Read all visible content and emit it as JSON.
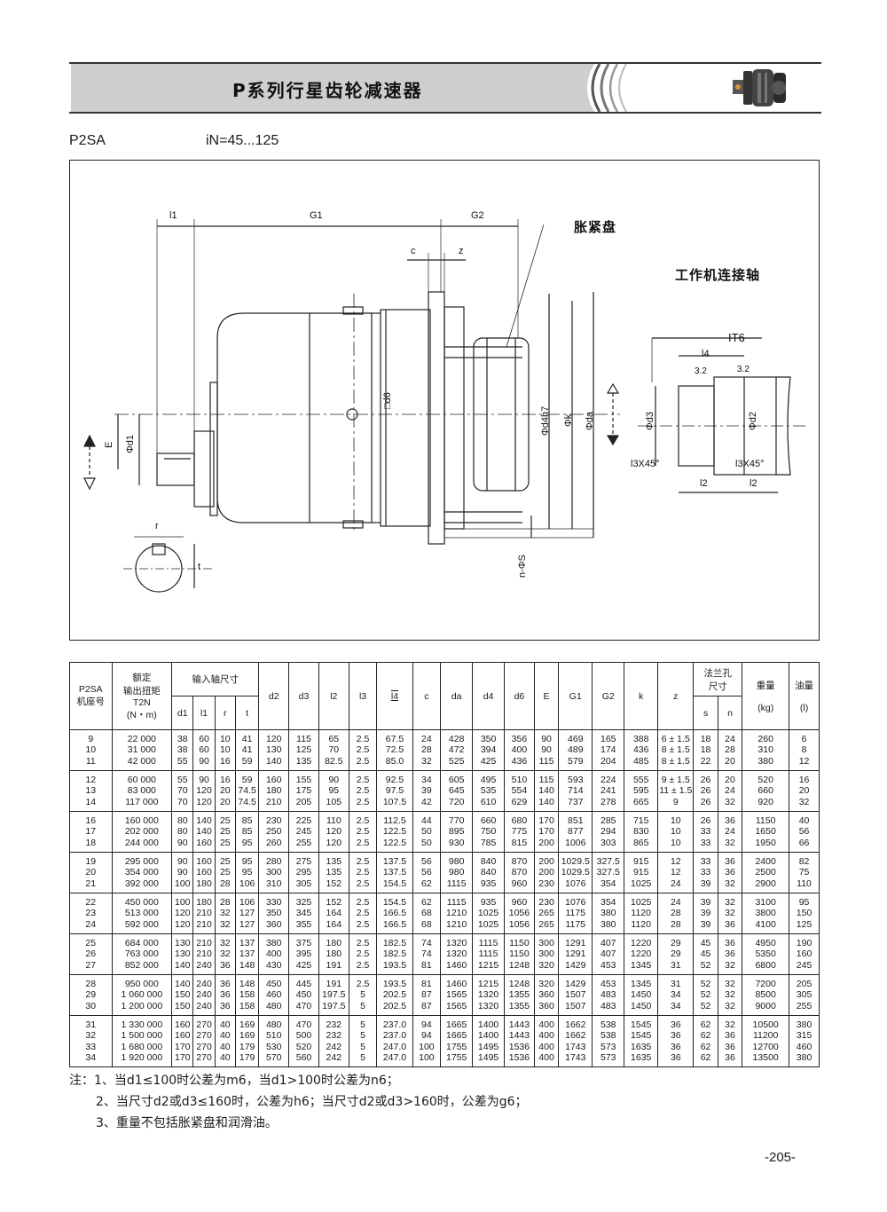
{
  "header": {
    "title": "P系列行星齿轮减速器"
  },
  "model": "P2SA",
  "ratio": "iN=45...125",
  "drawing": {
    "label_l1": "l1",
    "label_g1": "G1",
    "label_g2": "G2",
    "label_c": "c",
    "label_z": "z",
    "label_shrink_disc": "胀紧盘",
    "label_machine_shaft": "工作机连接轴",
    "label_it6": "IT6",
    "label_l4": "l4",
    "label_32a": "3.2",
    "label_32b": "3.2",
    "label_d6": "□d6",
    "label_d4": "Φd4h7",
    "label_k": "Φk",
    "label_da": "Φda",
    "label_d3": "Φd3",
    "label_d2": "Φd2",
    "label_l3a": "l3X45°",
    "label_l3b": "l3X45°",
    "label_l2a": "l2",
    "label_l2b": "l2",
    "label_e": "E",
    "label_d1": "Φd1",
    "label_ns": "n-ΦS",
    "label_r": "r",
    "label_t": "t"
  },
  "table": {
    "h_model": "P2SA\n机座号",
    "h_torque": "额定\n输出扭矩\nT2N\n(N・m)",
    "h_input": "输入轴尺寸",
    "h_d1": "d1",
    "h_l1": "l1",
    "h_r": "r",
    "h_t": "t",
    "h_d2": "d2",
    "h_d3": "d3",
    "h_l2": "l2",
    "h_l3": "l3",
    "h_l4": "l4",
    "h_c": "c",
    "h_da": "da",
    "h_d4": "d4",
    "h_d6": "d6",
    "h_e": "E",
    "h_g1": "G1",
    "h_g2": "G2",
    "h_k": "k",
    "h_z": "z",
    "h_flange": "法兰孔\n尺寸",
    "h_s": "s",
    "h_n": "n",
    "h_weight": "重量\n\n(kg)",
    "h_oil": "油量\n\n(l)",
    "rows": [
      [
        "9\n10\n11",
        "22 000\n31 000\n42 000",
        "38\n38\n55",
        "60\n60\n90",
        "10\n10\n16",
        "41\n41\n59",
        "120\n130\n140",
        "115\n125\n135",
        "65\n70\n82.5",
        "2.5\n2.5\n2.5",
        "67.5\n72.5\n85.0",
        "24\n28\n32",
        "428\n472\n525",
        "350\n394\n425",
        "356\n400\n436",
        "90\n90\n115",
        "469\n489\n579",
        "165\n174\n204",
        "388\n436\n485",
        "6 ± 1.5\n8 ± 1.5\n8 ± 1.5",
        "18\n18\n22",
        "24\n28\n20",
        "260\n310\n380",
        "6\n8\n12"
      ],
      [
        "12\n13\n14",
        "60 000\n83 000\n117 000",
        "55\n70\n70",
        "90\n120\n120",
        "16\n20\n20",
        "59\n74.5\n74.5",
        "160\n180\n210",
        "155\n175\n205",
        "90\n95\n105",
        "2.5\n2.5\n2.5",
        "92.5\n97.5\n107.5",
        "34\n39\n42",
        "605\n645\n720",
        "495\n535\n610",
        "510\n554\n629",
        "115\n140\n140",
        "593\n714\n737",
        "224\n241\n278",
        "555\n595\n665",
        "9 ± 1.5\n11 ± 1.5\n9",
        "26\n26\n26",
        "20\n24\n32",
        "520\n660\n920",
        "16\n20\n32"
      ],
      [
        "16\n17\n18",
        "160 000\n202 000\n244 000",
        "80\n80\n90",
        "140\n140\n160",
        "25\n25\n25",
        "85\n85\n95",
        "230\n250\n260",
        "225\n245\n255",
        "110\n120\n120",
        "2.5\n2.5\n2.5",
        "112.5\n122.5\n122.5",
        "44\n50\n50",
        "770\n895\n930",
        "660\n750\n785",
        "680\n775\n815",
        "170\n170\n200",
        "851\n877\n1006",
        "285\n294\n303",
        "715\n830\n865",
        "10\n10\n10",
        "26\n33\n33",
        "36\n24\n32",
        "1150\n1650\n1950",
        "40\n56\n66"
      ],
      [
        "19\n20\n21",
        "295 000\n354 000\n392 000",
        "90\n90\n100",
        "160\n160\n180",
        "25\n25\n28",
        "95\n95\n106",
        "280\n300\n310",
        "275\n295\n305",
        "135\n135\n152",
        "2.5\n2.5\n2.5",
        "137.5\n137.5\n154.5",
        "56\n56\n62",
        "980\n980\n1115",
        "840\n840\n935",
        "870\n870\n960",
        "200\n200\n230",
        "1029.5\n1029.5\n1076",
        "327.5\n327.5\n354",
        "915\n915\n1025",
        "12\n12\n24",
        "33\n33\n39",
        "36\n36\n32",
        "2400\n2500\n2900",
        "82\n75\n110"
      ],
      [
        "22\n23\n24",
        "450 000\n513 000\n592 000",
        "100\n120\n120",
        "180\n210\n210",
        "28\n32\n32",
        "106\n127\n127",
        "330\n350\n360",
        "325\n345\n355",
        "152\n164\n164",
        "2.5\n2.5\n2.5",
        "154.5\n166.5\n166.5",
        "62\n68\n68",
        "1115\n1210\n1210",
        "935\n1025\n1025",
        "960\n1056\n1056",
        "230\n265\n265",
        "1076\n1175\n1175",
        "354\n380\n380",
        "1025\n1120\n1120",
        "24\n28\n28",
        "39\n39\n39",
        "32\n32\n36",
        "3100\n3800\n4100",
        "95\n150\n125"
      ],
      [
        "25\n26\n27",
        "684 000\n763 000\n852 000",
        "130\n130\n140",
        "210\n210\n240",
        "32\n32\n36",
        "137\n137\n148",
        "380\n400\n430",
        "375\n395\n425",
        "180\n180\n191",
        "2.5\n2.5\n2.5",
        "182.5\n182.5\n193.5",
        "74\n74\n81",
        "1320\n1320\n1460",
        "1115\n1115\n1215",
        "1150\n1150\n1248",
        "300\n300\n320",
        "1291\n1291\n1429",
        "407\n407\n453",
        "1220\n1220\n1345",
        "29\n29\n31",
        "45\n45\n52",
        "36\n36\n32",
        "4950\n5350\n6800",
        "190\n160\n245"
      ],
      [
        "28\n29\n30",
        "950 000\n1 060 000\n1 200 000",
        "140\n150\n150",
        "240\n240\n240",
        "36\n36\n36",
        "148\n158\n158",
        "450\n460\n480",
        "445\n450\n470",
        "191\n197.5\n197.5",
        "2.5\n5\n5",
        "193.5\n202.5\n202.5",
        "81\n87\n87",
        "1460\n1565\n1565",
        "1215\n1320\n1320",
        "1248\n1355\n1355",
        "320\n360\n360",
        "1429\n1507\n1507",
        "453\n483\n483",
        "1345\n1450\n1450",
        "31\n34\n34",
        "52\n52\n52",
        "32\n32\n32",
        "7200\n8500\n9000",
        "205\n305\n255"
      ],
      [
        "31\n32\n33\n34",
        "1 330 000\n1 500 000\n1 680 000\n1 920 000",
        "160\n160\n170\n170",
        "270\n270\n270\n270",
        "40\n40\n40\n40",
        "169\n169\n179\n179",
        "480\n510\n530\n570",
        "470\n500\n520\n560",
        "232\n232\n242\n242",
        "5\n5\n5\n5",
        "237.0\n237.0\n247.0\n247.0",
        "94\n94\n100\n100",
        "1665\n1665\n1755\n1755",
        "1400\n1400\n1495\n1495",
        "1443\n1443\n1536\n1536",
        "400\n400\n400\n400",
        "1662\n1662\n1743\n1743",
        "538\n538\n573\n573",
        "1545\n1545\n1635\n1635",
        "36\n36\n36\n36",
        "62\n62\n62\n62",
        "32\n36\n36\n36",
        "10500\n11200\n12700\n13500",
        "380\n315\n460\n380"
      ]
    ]
  },
  "notes": {
    "n1": "注：1、当d1≤100时公差为m6，当d1>100时公差为n6；",
    "n2": "2、当尺寸d2或d3≤160时，公差为h6；当尺寸d2或d3>160时，公差为g6；",
    "n3": "3、重量不包括胀紧盘和润滑油。"
  },
  "page_number": "-205-"
}
